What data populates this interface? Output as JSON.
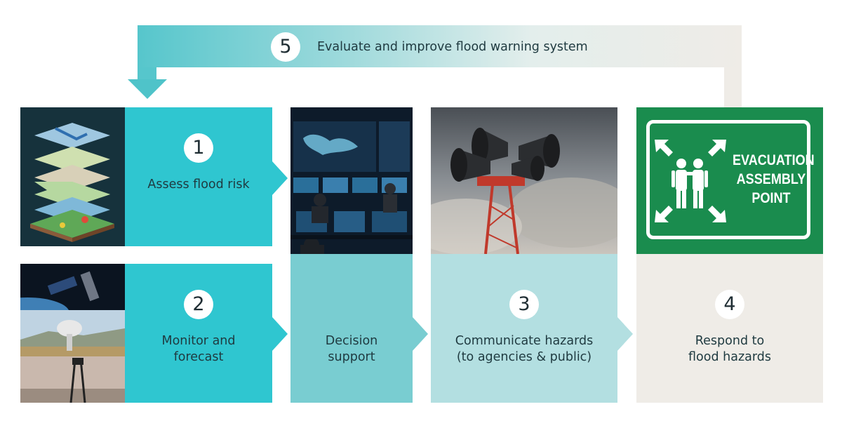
{
  "loop": {
    "number": "5",
    "label": "Evaluate and improve flood warning system"
  },
  "steps": [
    {
      "number": "1",
      "label": "Assess flood risk"
    },
    {
      "number": "2",
      "label_line1": "Monitor and",
      "label_line2": "forecast"
    },
    {
      "label_line1": "Decision",
      "label_line2": "support"
    },
    {
      "number": "3",
      "label_line1": "Communicate hazards",
      "label_line2": "(to agencies & public)"
    },
    {
      "number": "4",
      "label_line1": "Respond to",
      "label_line2": "flood hazards"
    }
  ],
  "sign": {
    "line1": "EVACUATION",
    "line2": "ASSEMBLY",
    "line3": "POINT"
  },
  "colors": {
    "teal": "#2fc6d0",
    "decision": "#79cdd1",
    "communicate": "#b3dfe1",
    "respond": "#efece7",
    "sign_green": "#1a8c4e"
  }
}
